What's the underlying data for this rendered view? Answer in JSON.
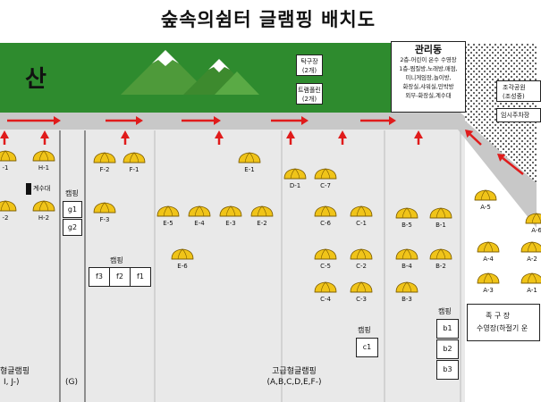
{
  "title": "숲속의쉼터 글램핑 배치도",
  "mountain_label": "산",
  "facilities": {
    "table_tennis": {
      "line1": "탁구장",
      "line2": "(2개)"
    },
    "trampoline": {
      "line1": "트램폴린",
      "line2": "(2개)"
    },
    "office": {
      "title": "관리동",
      "lines": [
        "2층-어린이 온수 수영장",
        "1층-찜질방,노래방,매점,",
        "미니게임장,놀이방,",
        "화장실,샤워실,민박방",
        "외부-화장실,계수대"
      ]
    },
    "sculpture_park": {
      "line1": "조각공원",
      "line2": "(조성중)"
    },
    "temp_parking": "임시주차장",
    "field": {
      "line1": "족 구 장",
      "line2": "수영장(하절기 운"
    },
    "sink_label": "계수대"
  },
  "tent_labels": {
    "H1": "H-1",
    "H2": "H-2",
    "I1": "-1",
    "I2": "-2",
    "F1": "F-1",
    "F2": "F-2",
    "F3": "F-3",
    "E1": "E-1",
    "E2": "E-2",
    "E3": "E-3",
    "E4": "E-4",
    "E5": "E-5",
    "E6": "E-6",
    "D1": "D-1",
    "C1": "C-1",
    "C2": "C-2",
    "C3": "C-3",
    "C4": "C-4",
    "C5": "C-5",
    "C6": "C-6",
    "C7": "C-7",
    "B1": "B-1",
    "B2": "B-2",
    "B3": "B-3",
    "B4": "B-4",
    "B5": "B-5",
    "A1": "A-1",
    "A2": "A-2",
    "A3": "A-3",
    "A4": "A-4",
    "A5": "A-5",
    "A6": "A-6"
  },
  "camping_g": {
    "label": "캠핑",
    "sites": [
      "g1",
      "g2"
    ]
  },
  "camping_f": {
    "label": "캠핑",
    "sites": [
      "f3",
      "f2",
      "f1"
    ]
  },
  "camping_c": {
    "label": "캠핑",
    "sites": [
      "c1"
    ]
  },
  "camping_b": {
    "label": "캠핑",
    "sites": [
      "b1",
      "b2",
      "b3"
    ]
  },
  "zone_left": {
    "line1": "형글램핑",
    "line2": "I, J-)"
  },
  "zone_g": "(G)",
  "zone_premium": {
    "line1": "고급형글램핑",
    "line2": "(A,B,C,D,E,F-)"
  },
  "colors": {
    "mountain_band": "#2e8b2e",
    "road": "#c8c8c8",
    "ground": "#e9e9e9",
    "arrow": "#e01b1b",
    "tent_yellow": "#f0c419",
    "tent_outline": "#7a5a00",
    "mountain_green": "#4e9a3a",
    "snow": "#ffffff"
  }
}
